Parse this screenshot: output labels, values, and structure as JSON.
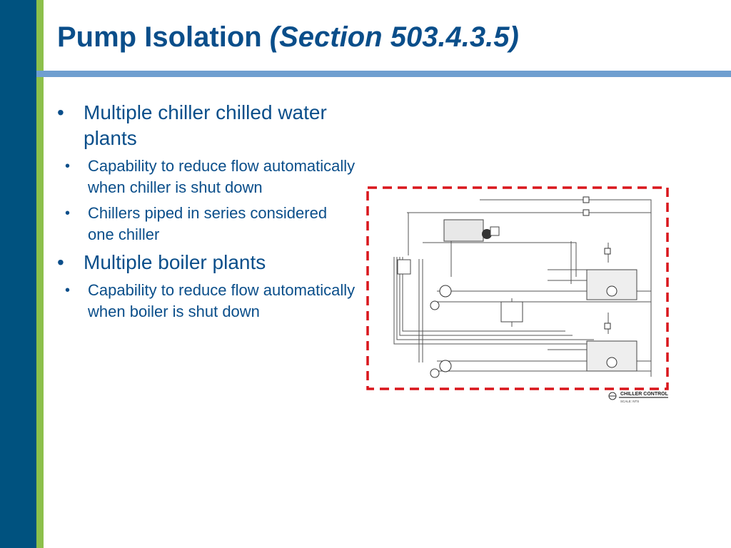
{
  "slide": {
    "title_main": "Pump Isolation ",
    "title_section": "(Section 503.4.3.5)"
  },
  "bullets": [
    {
      "text": "Multiple chiller chilled water plants",
      "sub": [
        "Capability to reduce flow automatically when chiller is shut down",
        "Chillers piped in series considered one chiller"
      ]
    },
    {
      "text": "Multiple boiler plants",
      "sub": [
        "Capability to reduce flow automatically when boiler is shut down"
      ]
    }
  ],
  "diagram": {
    "label": "CHILLER CONTROL",
    "scale_note": "SCALE: NTS"
  },
  "colors": {
    "left_band": "#00527f",
    "green_band": "#8cc04b",
    "title_rule": "#6f9fd0",
    "text": "#0a4e8a",
    "highlight_box": "#d9151b"
  }
}
